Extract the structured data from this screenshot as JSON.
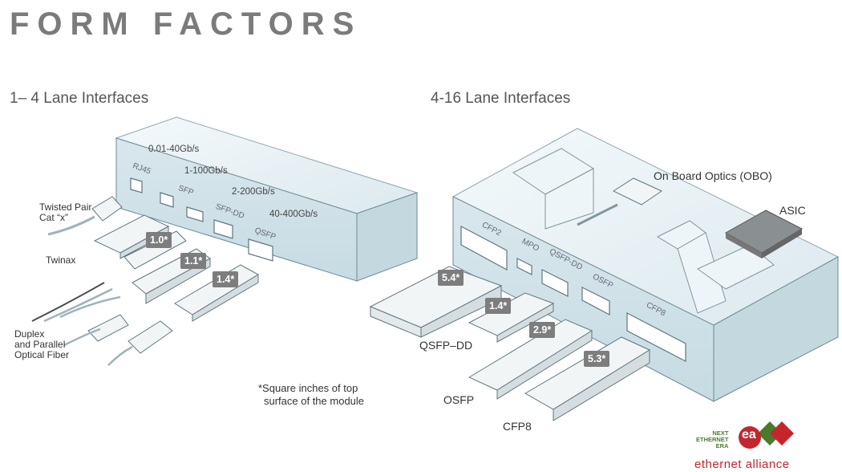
{
  "title": "FORM FACTORS",
  "left": {
    "heading": "1– 4 Lane Interfaces",
    "speeds": [
      "0.01-40Gb/s",
      "1-100Gb/s",
      "2-200Gb/s",
      "40-400Gb/s"
    ],
    "ports": [
      "RJ45",
      "SFP",
      "SFP-DD",
      "QSFP"
    ],
    "labels": {
      "twisted_pair_line1": "Twisted Pair",
      "twisted_pair_line2": "Cat “x”",
      "twinax": "Twinax",
      "duplex_line1": "Duplex",
      "duplex_line2": "and Parallel",
      "duplex_line3": "Optical Fiber"
    },
    "badges": [
      "1.0*",
      "1.1*",
      "1.4*"
    ]
  },
  "right": {
    "heading": "4-16 Lane Interfaces",
    "ports": [
      "CFP2",
      "MPO",
      "QSFP-DD",
      "OSFP",
      "CFP8"
    ],
    "obo": "On Board Optics (OBO)",
    "asic": "ASIC",
    "badges": [
      "5.4*",
      "1.4*",
      "2.9*",
      "5.3*"
    ],
    "modules": [
      "QSFP–DD",
      "OSFP",
      "CFP8"
    ]
  },
  "note": {
    "line1": "*Square inches of top",
    "line2": "surface of the module"
  },
  "logo": {
    "next_line1": "NEXT",
    "next_line2": "ETHERNET",
    "next_line3": "ERA",
    "mark": "ea",
    "name": "ethernet alliance"
  },
  "colors": {
    "switch_fill": "#e4f0f4",
    "switch_stroke": "#6f8a94",
    "badge": "#7d7d7d",
    "logo_red": "#c4262e",
    "logo_green": "#4a7a2c"
  }
}
